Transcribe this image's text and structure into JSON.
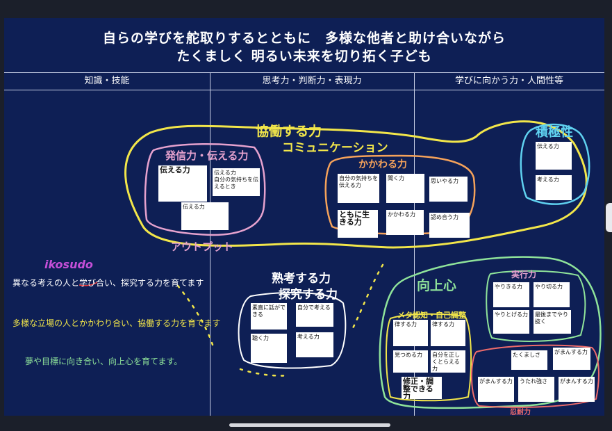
{
  "header": {
    "line1": "自らの学びを舵取りするとともに　多様な他者と助け合いながら",
    "line2": "たくましく 明るい未来を切り拓く子ども"
  },
  "columns": [
    "知識・技能",
    "思考力・判断力・表現力",
    "学びに向かう力・人間性等"
  ],
  "handwriting": {
    "kyodo": "協働する力",
    "communication": "コミュニケーション",
    "hasshin": "発信力・伝える力",
    "output": "アウトプット",
    "kakawaru": "かかわる力",
    "sekkyoku": "積極性",
    "ikosudo": "ikosudo",
    "goal1": "異なる考えの人と学び合い、探究する力を育てます",
    "goal2": "多様な立場の人とかかわり合い、協働する力を育てます",
    "goal3": "夢や目標に向き合い、向上心を育てます。",
    "jukko": "熟考する力",
    "tankyu": "探究する力",
    "kojoshin": "向上心",
    "jikko": "実行力",
    "metacog": "メタ認知・自己調整",
    "nintai": "忍耐力"
  },
  "notes": {
    "n1": "伝える力",
    "n2": "伝える力",
    "n2b": "自分の気持ちを伝えるとき",
    "n3": "伝える力",
    "n4": "自分の気持ちを伝える力",
    "n5": "聞く力",
    "n6": "思いやる力",
    "n7": "ともに生きる力",
    "n8": "かかわる力",
    "n9": "認め合う力",
    "n10": "伝える力",
    "n11": "考える力",
    "n12": "素直に話ができる",
    "n13": "自分で考える",
    "n14": "聴く力",
    "n15": "考える力",
    "n16": "やりきる力",
    "n17": "やり切る力",
    "n18": "やりとげる力",
    "n19": "最後までやり抜く",
    "n20": "律する力",
    "n21": "見つめる力",
    "n22": "自分を正しくとらえる力",
    "n23": "修正・調整できる力",
    "n24": "たくましさ",
    "n25": "がまんする力",
    "n26": "がまんする力",
    "n27": "うたれ強さ",
    "n28": "がまんする力",
    "n29": "律する力"
  },
  "colors": {
    "board": "#0e1f55",
    "yellow": "#f2e64a",
    "pink": "#e6a2ce",
    "orange": "#f5a25a",
    "cyan": "#5fd1f0",
    "green": "#8fe39a",
    "white": "#ffffff",
    "red": "#ee3b3b",
    "violet": "#c54fd8"
  }
}
